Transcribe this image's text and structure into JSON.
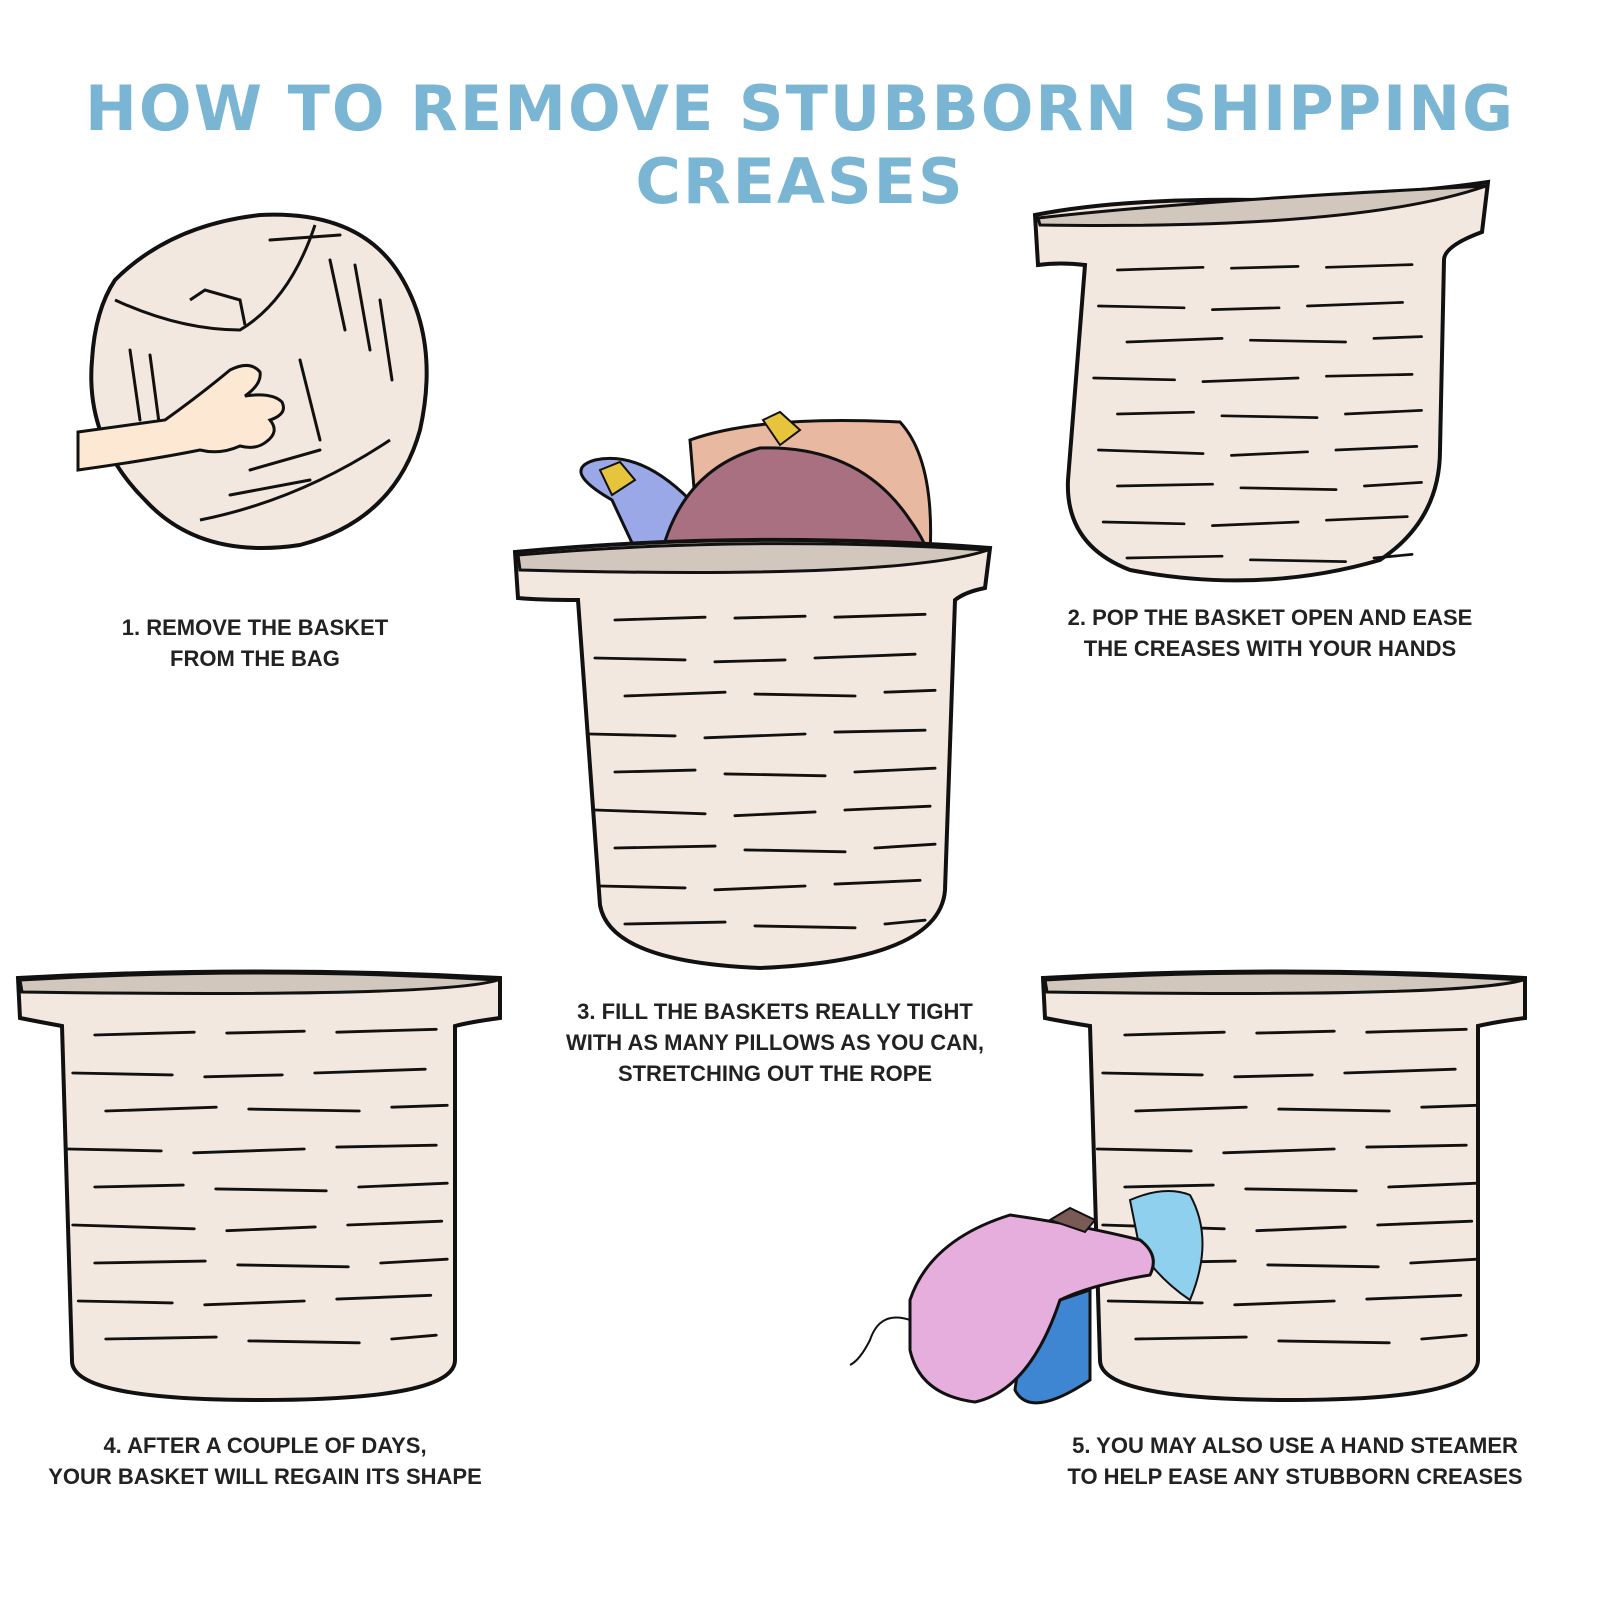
{
  "title": "HOW TO REMOVE STUBBORN SHIPPING CREASES",
  "colors": {
    "title": "#7ab6d4",
    "basket": "#f3e8df",
    "basket_rim": "#d2c7bd",
    "outline": "#111111",
    "skin": "#fde9d3",
    "pillow_blue": "#9aa8e8",
    "pillow_peach": "#e9b8a0",
    "pillow_mauve": "#a87080",
    "pillow_tie": "#e6c53d",
    "steamer": "#e6aedd",
    "steamer_grip": "#3f86d2",
    "steam": "#8fd0ee"
  },
  "steps": [
    {
      "lines": [
        "1. REMOVE THE BASKET",
        "FROM THE BAG"
      ]
    },
    {
      "lines": [
        "2. POP THE BASKET OPEN AND EASE",
        "THE CREASES WITH YOUR HANDS"
      ]
    },
    {
      "lines": [
        "3. FILL THE BASKETS REALLY TIGHT",
        "WITH AS MANY PILLOWS AS YOU CAN,",
        "STRETCHING OUT THE ROPE"
      ]
    },
    {
      "lines": [
        "4. AFTER A COUPLE OF DAYS,",
        "YOUR BASKET WILL REGAIN ITS SHAPE"
      ]
    },
    {
      "lines": [
        "5. YOU MAY ALSO USE A HAND STEAMER",
        "TO HELP EASE ANY STUBBORN CREASES"
      ]
    }
  ]
}
